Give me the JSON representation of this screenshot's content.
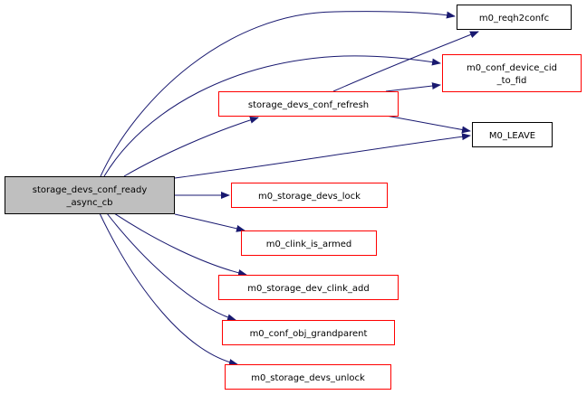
{
  "diagram": {
    "type": "call-graph",
    "colors": {
      "edge": "#191970",
      "root_fill": "#bfbfbf",
      "root_border": "#000000",
      "plain_border": "#000000",
      "red_border": "#ff0000",
      "node_fill": "#ffffff"
    },
    "nodes": [
      {
        "id": "root",
        "lines": [
          "storage_devs_conf_ready",
          "_async_cb"
        ],
        "style": "root"
      },
      {
        "id": "reqh2confc",
        "lines": [
          "m0_reqh2confc"
        ],
        "style": "plain"
      },
      {
        "id": "device_cid",
        "lines": [
          "m0_conf_device_cid",
          "_to_fid"
        ],
        "style": "red"
      },
      {
        "id": "refresh",
        "lines": [
          "storage_devs_conf_refresh"
        ],
        "style": "red"
      },
      {
        "id": "leave",
        "lines": [
          "M0_LEAVE"
        ],
        "style": "plain"
      },
      {
        "id": "lock",
        "lines": [
          "m0_storage_devs_lock"
        ],
        "style": "red"
      },
      {
        "id": "armed",
        "lines": [
          "m0_clink_is_armed"
        ],
        "style": "red"
      },
      {
        "id": "clink_add",
        "lines": [
          "m0_storage_dev_clink_add"
        ],
        "style": "red"
      },
      {
        "id": "grandparent",
        "lines": [
          "m0_conf_obj_grandparent"
        ],
        "style": "red"
      },
      {
        "id": "unlock",
        "lines": [
          "m0_storage_devs_unlock"
        ],
        "style": "red"
      }
    ],
    "edges": [
      {
        "from": "root",
        "to": "reqh2confc"
      },
      {
        "from": "root",
        "to": "device_cid"
      },
      {
        "from": "root",
        "to": "refresh"
      },
      {
        "from": "root",
        "to": "leave"
      },
      {
        "from": "root",
        "to": "lock"
      },
      {
        "from": "root",
        "to": "armed"
      },
      {
        "from": "root",
        "to": "clink_add"
      },
      {
        "from": "root",
        "to": "grandparent"
      },
      {
        "from": "root",
        "to": "unlock"
      },
      {
        "from": "refresh",
        "to": "reqh2confc"
      },
      {
        "from": "refresh",
        "to": "device_cid"
      },
      {
        "from": "refresh",
        "to": "leave"
      }
    ]
  }
}
